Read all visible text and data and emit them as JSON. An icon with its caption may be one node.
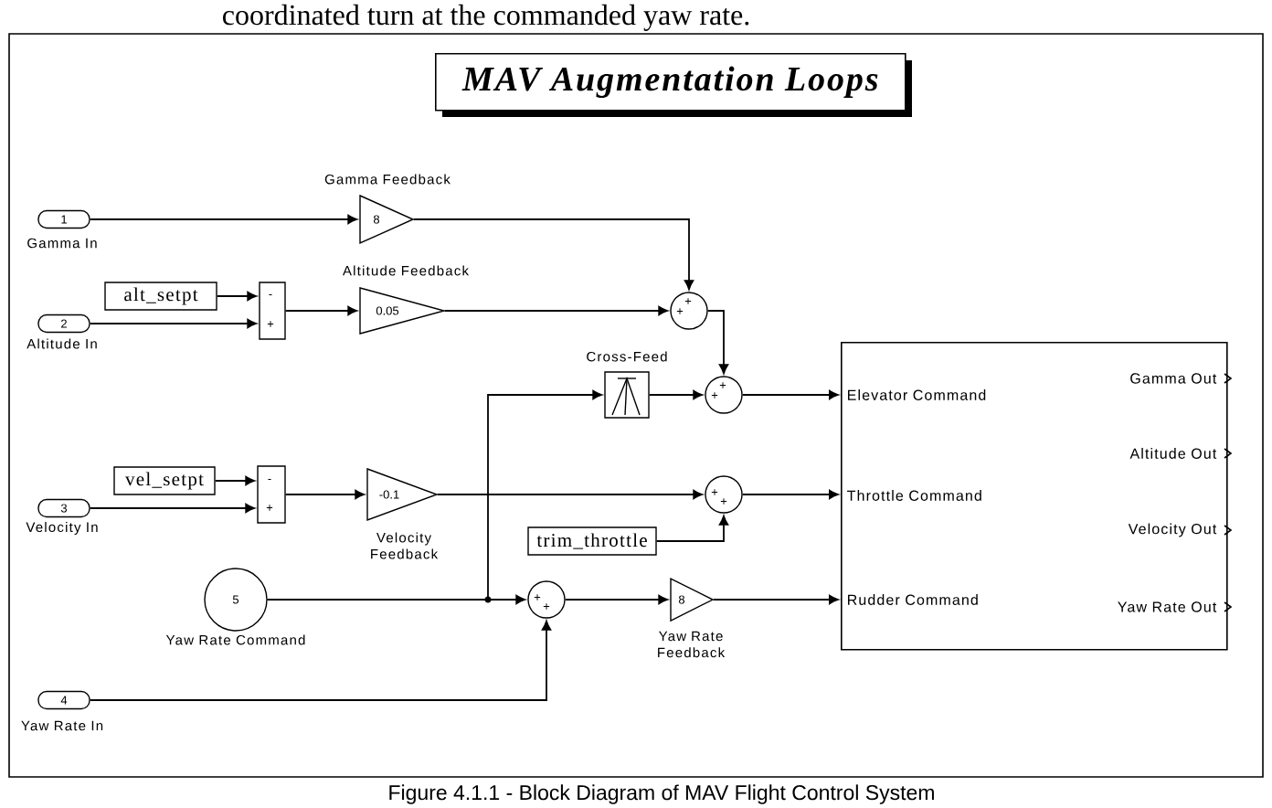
{
  "diagram": {
    "title": "MAV Augmentation Loops",
    "caption": "Figure 4.1.1 - Block Diagram of MAV Flight Control System",
    "nodes": [
      {
        "text": [
          "1"
        ],
        "beside": [
          "Gamma In"
        ]
      },
      {
        "text": [
          "8"
        ],
        "beside": [
          "Gamma Feedback"
        ]
      },
      {
        "text": [
          "alt_setpt"
        ]
      },
      {
        "text": [
          "2"
        ],
        "beside": [
          "Altitude In"
        ]
      },
      {
        "text": [
          "-",
          "+"
        ]
      },
      {
        "text": [
          "0.05"
        ],
        "beside": [
          "Altitude Feedback"
        ]
      },
      {
        "text": [
          "+",
          "+"
        ]
      },
      {
        "text": [],
        "shape": "box",
        "beside": [
          "Cross-Feed"
        ]
      },
      {
        "text": [
          "+",
          "+"
        ]
      },
      {
        "text": [
          "Elevator Command",
          "Throttle Command",
          "Rudder Command",
          "Gamma Out",
          "Altitude Out",
          "Velocity Out",
          "Yaw Rate Out"
        ]
      },
      {
        "text": [
          "vel_setpt"
        ]
      },
      {
        "text": [
          "3"
        ],
        "beside": [
          "Velocity In"
        ]
      },
      {
        "text": [
          "-",
          "+"
        ]
      },
      {
        "text": [
          "-0.1"
        ],
        "beside": [
          "Velocity Feedback"
        ]
      },
      {
        "text": [
          "+",
          "+"
        ]
      },
      {
        "text": [
          "trim_throttle"
        ]
      },
      {
        "text": [
          "5"
        ],
        "beside": [
          "Yaw Rate Command"
        ]
      },
      {
        "text": [
          "+",
          "+"
        ]
      },
      {
        "text": [
          "8"
        ],
        "beside": [
          "Yaw Rate Feedback"
        ]
      },
      {
        "text": [
          "4"
        ],
        "beside": [
          "Yaw Rate In"
        ]
      }
    ],
    "edges": [
      {
        "from": 0,
        "to": 1,
        "arrow": "to"
      },
      {
        "from": 2,
        "to": 4,
        "arrow": "to"
      },
      {
        "from": 3,
        "to": 4,
        "arrow": "to"
      },
      {
        "from": 4,
        "to": 5,
        "arrow": "to"
      },
      {
        "from": 1,
        "to": 6,
        "arrow": "to"
      },
      {
        "from": 5,
        "to": 6,
        "arrow": "to"
      },
      {
        "from": 6,
        "to": 8,
        "arrow": "to"
      },
      {
        "from": 7,
        "to": 8,
        "arrow": "to"
      },
      {
        "from": 8,
        "to": 9,
        "arrow": "to"
      },
      {
        "from": 16,
        "to": 7,
        "arrow": "to"
      },
      {
        "from": 10,
        "to": 12,
        "arrow": "to"
      },
      {
        "from": 11,
        "to": 12,
        "arrow": "to"
      },
      {
        "from": 12,
        "to": 13,
        "arrow": "to"
      },
      {
        "from": 13,
        "to": 14,
        "arrow": "to"
      },
      {
        "from": 15,
        "to": 14,
        "arrow": "to"
      },
      {
        "from": 14,
        "to": 9,
        "arrow": "to"
      },
      {
        "from": 16,
        "to": 17,
        "arrow": "to"
      },
      {
        "from": 19,
        "to": 17,
        "arrow": "to"
      },
      {
        "from": 17,
        "to": 18,
        "arrow": "to"
      },
      {
        "from": 18,
        "to": 9,
        "arrow": "to"
      }
    ],
    "labels": [
      "coordinated turn at the commanded yaw rate."
    ]
  }
}
